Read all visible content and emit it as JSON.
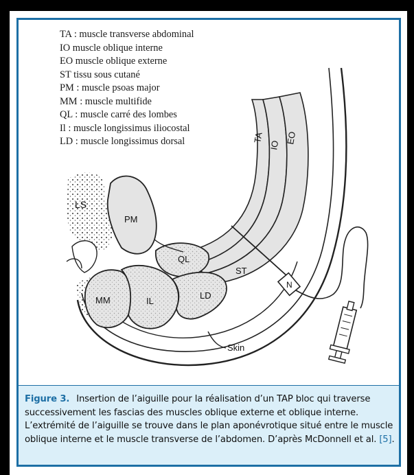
{
  "figure": {
    "legend": [
      "TA : muscle transverse abdominal",
      "IO muscle oblique interne",
      "EO muscle oblique externe",
      "ST tissu sous cutané",
      "PM : muscle psoas major",
      "MM : muscle multifide",
      "QL : muscle carré des lombes",
      "Il : muscle longissimus iliocostal",
      "LD : muscle longissimus dorsal"
    ],
    "labels": {
      "ta": "TA",
      "io": "IO",
      "eo": "EO",
      "ls": "LS",
      "pm": "PM",
      "ql": "QL",
      "mm": "MM",
      "il": "IL",
      "ld": "LD",
      "st": "ST",
      "skin": "Skin",
      "needle": "N"
    }
  },
  "caption": {
    "label": "Figure 3.",
    "text": "Insertion de l’aiguille pour la réalisation d’un TAP bloc qui traverse successivement les fascias des muscles oblique externe et oblique interne. L’extrémité de l’aiguille se trouve dans le plan aponévrotique situé entre le muscle oblique interne et le muscle transverse de l’abdomen. D’après McDonnell et al.",
    "ref": "[5]",
    "end": "."
  },
  "colors": {
    "frame_blue": "#1d6fa5",
    "caption_bg": "#dbeff9",
    "muscle_fill": "#e4e4e4"
  }
}
